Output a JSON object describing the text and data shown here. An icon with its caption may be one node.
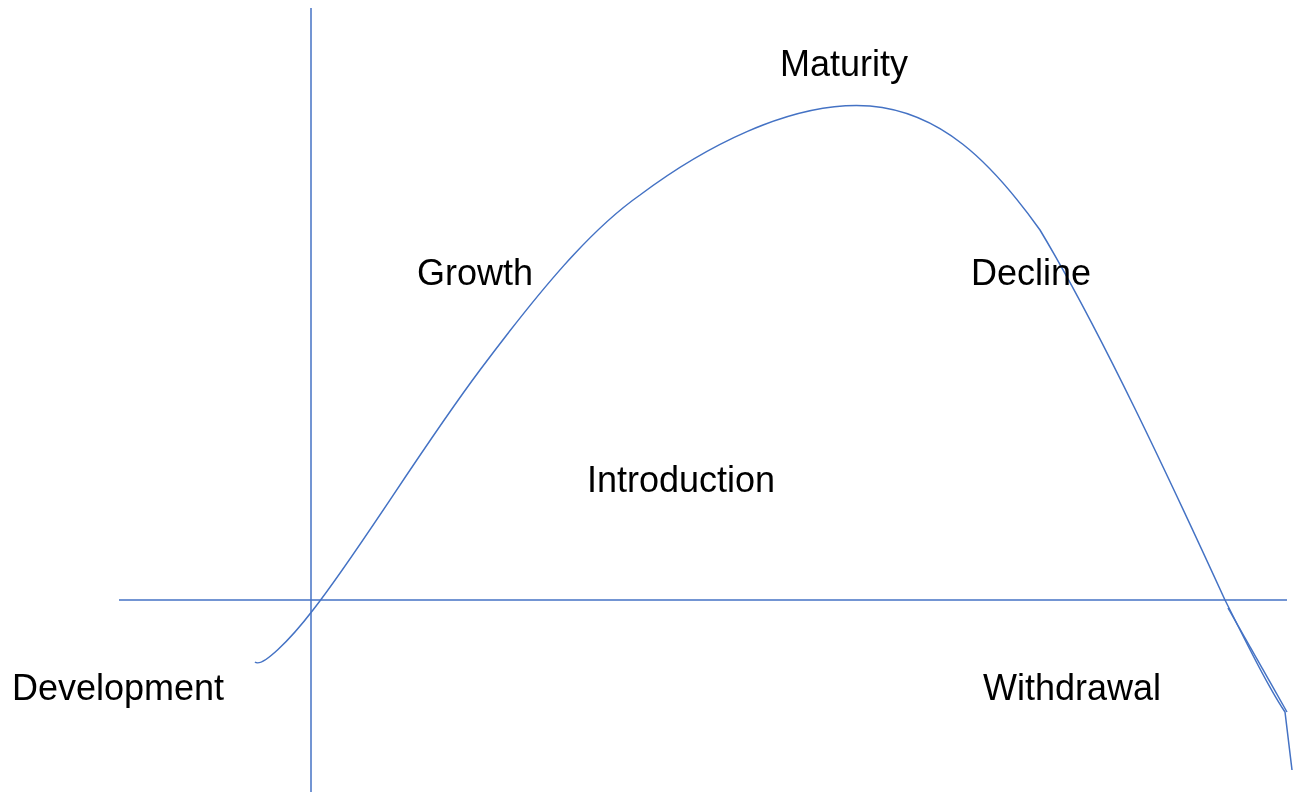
{
  "diagram": {
    "labels": [
      "Maturity",
      "Growth",
      "Decline",
      "Introduction",
      "Development",
      "Withdrawal"
    ]
  }
}
